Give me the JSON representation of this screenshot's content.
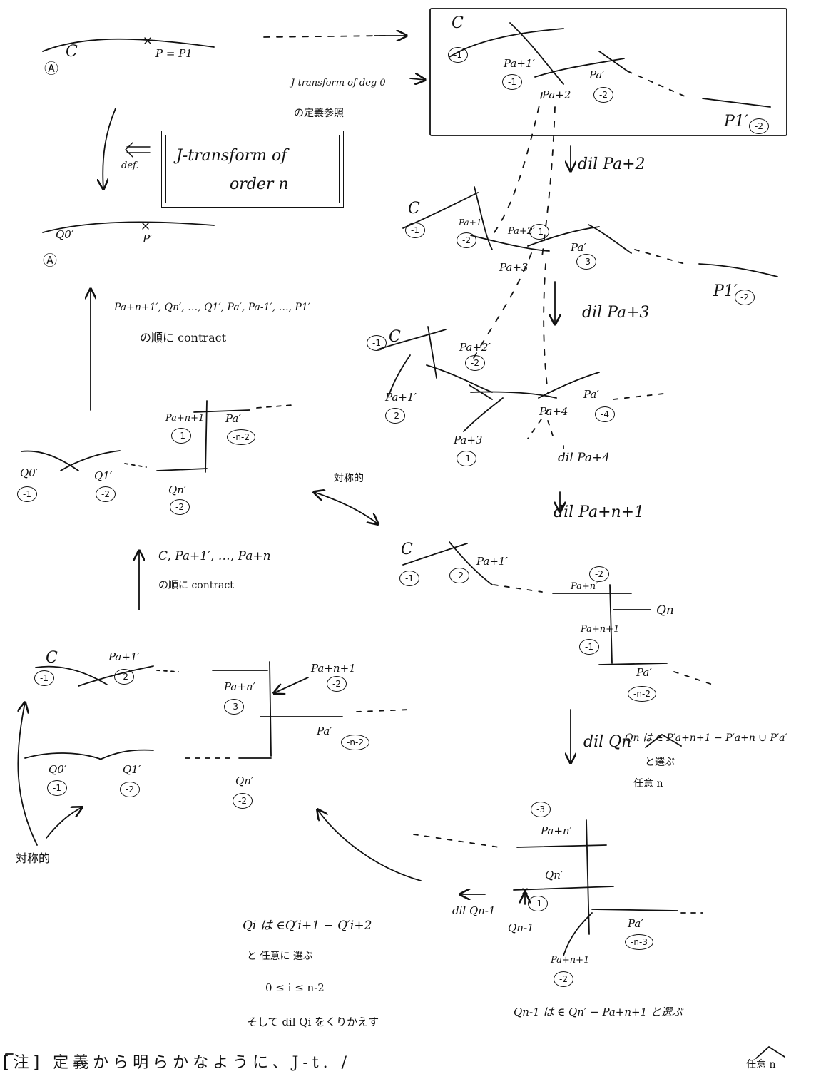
{
  "topleft": {
    "mark": "Ⓐ",
    "curve": "C",
    "point": "P = P1"
  },
  "def_box": {
    "line1": "J-transform of",
    "line2": "order n",
    "arrow_label": "def."
  },
  "bottom_a": {
    "mark": "Ⓐ",
    "q0": "Q0′",
    "p": "P′"
  },
  "ref_text": {
    "line1": "J-transform of deg 0",
    "line2": "の定義参照"
  },
  "box1": {
    "c": "C",
    "c_w": "-1",
    "pa1": "Pa+1′",
    "pa1_w": "-1",
    "pa2": "Pa+2",
    "pa": "Pa′",
    "pa_w": "-2",
    "p1": "P1′",
    "p1_w": "-2"
  },
  "dil1": "dil Pa+2",
  "stage2": {
    "c": "C",
    "c_w": "-1",
    "pa1": "Pa+1",
    "pa1_w": "-2",
    "pa2": "Pa+2′",
    "pa2_w": "-1",
    "pa3": "Pa+3",
    "pa": "Pa′",
    "pa_w": "-3",
    "p1": "P1′",
    "p1_w": "-2"
  },
  "dil2": "dil Pa+3",
  "stage3": {
    "c": "C",
    "c_w": "-1",
    "pa2": "Pa+2′",
    "pa2_w": "-2",
    "pa1": "Pa+1′",
    "pa1_w": "-2",
    "pa3": "Pa+3",
    "pa3_w": "-1",
    "pa4": "Pa+4",
    "pa": "Pa′",
    "pa_w": "-4"
  },
  "dil3": "dil Pa+4",
  "dil4": "dil Pa+n+1",
  "symmetric1": "対称的",
  "stage4": {
    "c": "C",
    "c_w": "-1",
    "pa1": "Pa+1′",
    "pa1_w": "-2",
    "patn": "Pa+n′",
    "patn_w": "-2",
    "qn": "Qn",
    "patn1": "Pa+n+1",
    "patn1_w": "-1",
    "pa": "Pa′",
    "pa_w": "-n-2"
  },
  "dil_qn": "dil Qn",
  "qn_note": {
    "line1": "Qn は ∈ P′a+n+1 − P′a+n ∪ P′a′",
    "line2": "と選ぶ",
    "line3": "任意 n"
  },
  "stage5": {
    "top_w": "-3",
    "patn": "Pa+n′",
    "qn": "Qn′",
    "qn_w": "-1",
    "dil": "dil Qn-1",
    "qn1": "Qn-1",
    "pa": "Pa′",
    "pa_w": "-n-3",
    "patn1": "Pa+n+1",
    "patn1_w": "-2"
  },
  "qi_note": {
    "line1": "Qi は ∈Q′i+1 − Q′i+2",
    "line2": "と 任意に 選ぶ",
    "line3": "0 ≤ i ≤ n-2",
    "line4": "そして dil Qi をくりかえす"
  },
  "qn1_note": {
    "line1": "Qn-1 は ∈ Qn′ − Pa+n+1 と選ぶ",
    "line2": "任意 n"
  },
  "left_mid": {
    "c": "C",
    "c_w": "-1",
    "pa1": "Pa+1′",
    "pa1_w": "-2",
    "patn": "Pa+n′",
    "patn_w": "-3",
    "patn1": "Pa+n+1",
    "patn1_w": "-2",
    "pa": "Pa′",
    "pa_w": "-n-2",
    "q0": "Q0′",
    "q0_w": "-1",
    "q1": "Q1′",
    "q1_w": "-2",
    "qn": "Qn′",
    "qn_w": "-2"
  },
  "symmetric2": "対称的",
  "contract1": {
    "line1": "C, Pa+1′, …, Pa+n",
    "line2": "の順に contract"
  },
  "left_upper": {
    "q0": "Q0′",
    "q0_w": "-1",
    "q1": "Q1′",
    "q1_w": "-2",
    "patn1": "Pa+n+1",
    "patn1_w": "-1",
    "pa": "Pa′",
    "pa_w": "-n-2",
    "qn": "Qn′",
    "qn_w": "-2"
  },
  "contract2": {
    "line1": "Pa+n+1′, Qn′, …, Q1′, Pa′, Pa-1′, …, P1′",
    "line2": "の順に contract"
  },
  "footer": "[注] 定義から明らかなように、J-t. /"
}
